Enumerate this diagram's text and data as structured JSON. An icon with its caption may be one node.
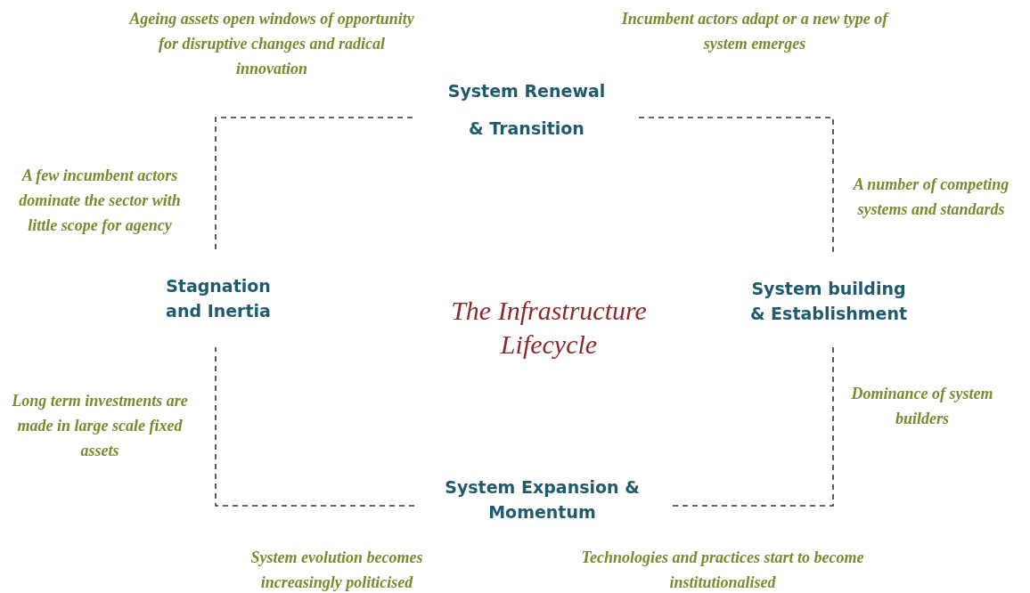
{
  "diagram": {
    "title": "The Infrastructure Lifecycle",
    "nodes": [
      {
        "text": [
          "System Renewal & Transition"
        ]
      },
      {
        "text": [
          "System building & Establishment"
        ]
      },
      {
        "text": [
          "System Expansion & Momentum"
        ]
      },
      {
        "text": [
          "Stagnation and Inertia"
        ]
      }
    ],
    "edges": [
      {
        "from": 0,
        "to": 1,
        "arrow": "none",
        "style": "dashed"
      },
      {
        "from": 1,
        "to": 2,
        "arrow": "none",
        "style": "dashed"
      },
      {
        "from": 2,
        "to": 3,
        "arrow": "none",
        "style": "dashed"
      },
      {
        "from": 3,
        "to": 0,
        "arrow": "none",
        "style": "dashed"
      }
    ],
    "labels": [
      "Ageing assets open windows of opportunity for disruptive changes and radical innovation",
      "Incumbent actors adapt or a new type of system emerges",
      "A few incumbent actors dominate the sector with little scope for agency",
      "A number of competing systems and standards",
      "Long term investments are made in large scale fixed assets",
      "Dominance of system builders",
      "System evolution becomes increasingly politicised",
      "Technologies and practices start to become institutionalised"
    ]
  }
}
